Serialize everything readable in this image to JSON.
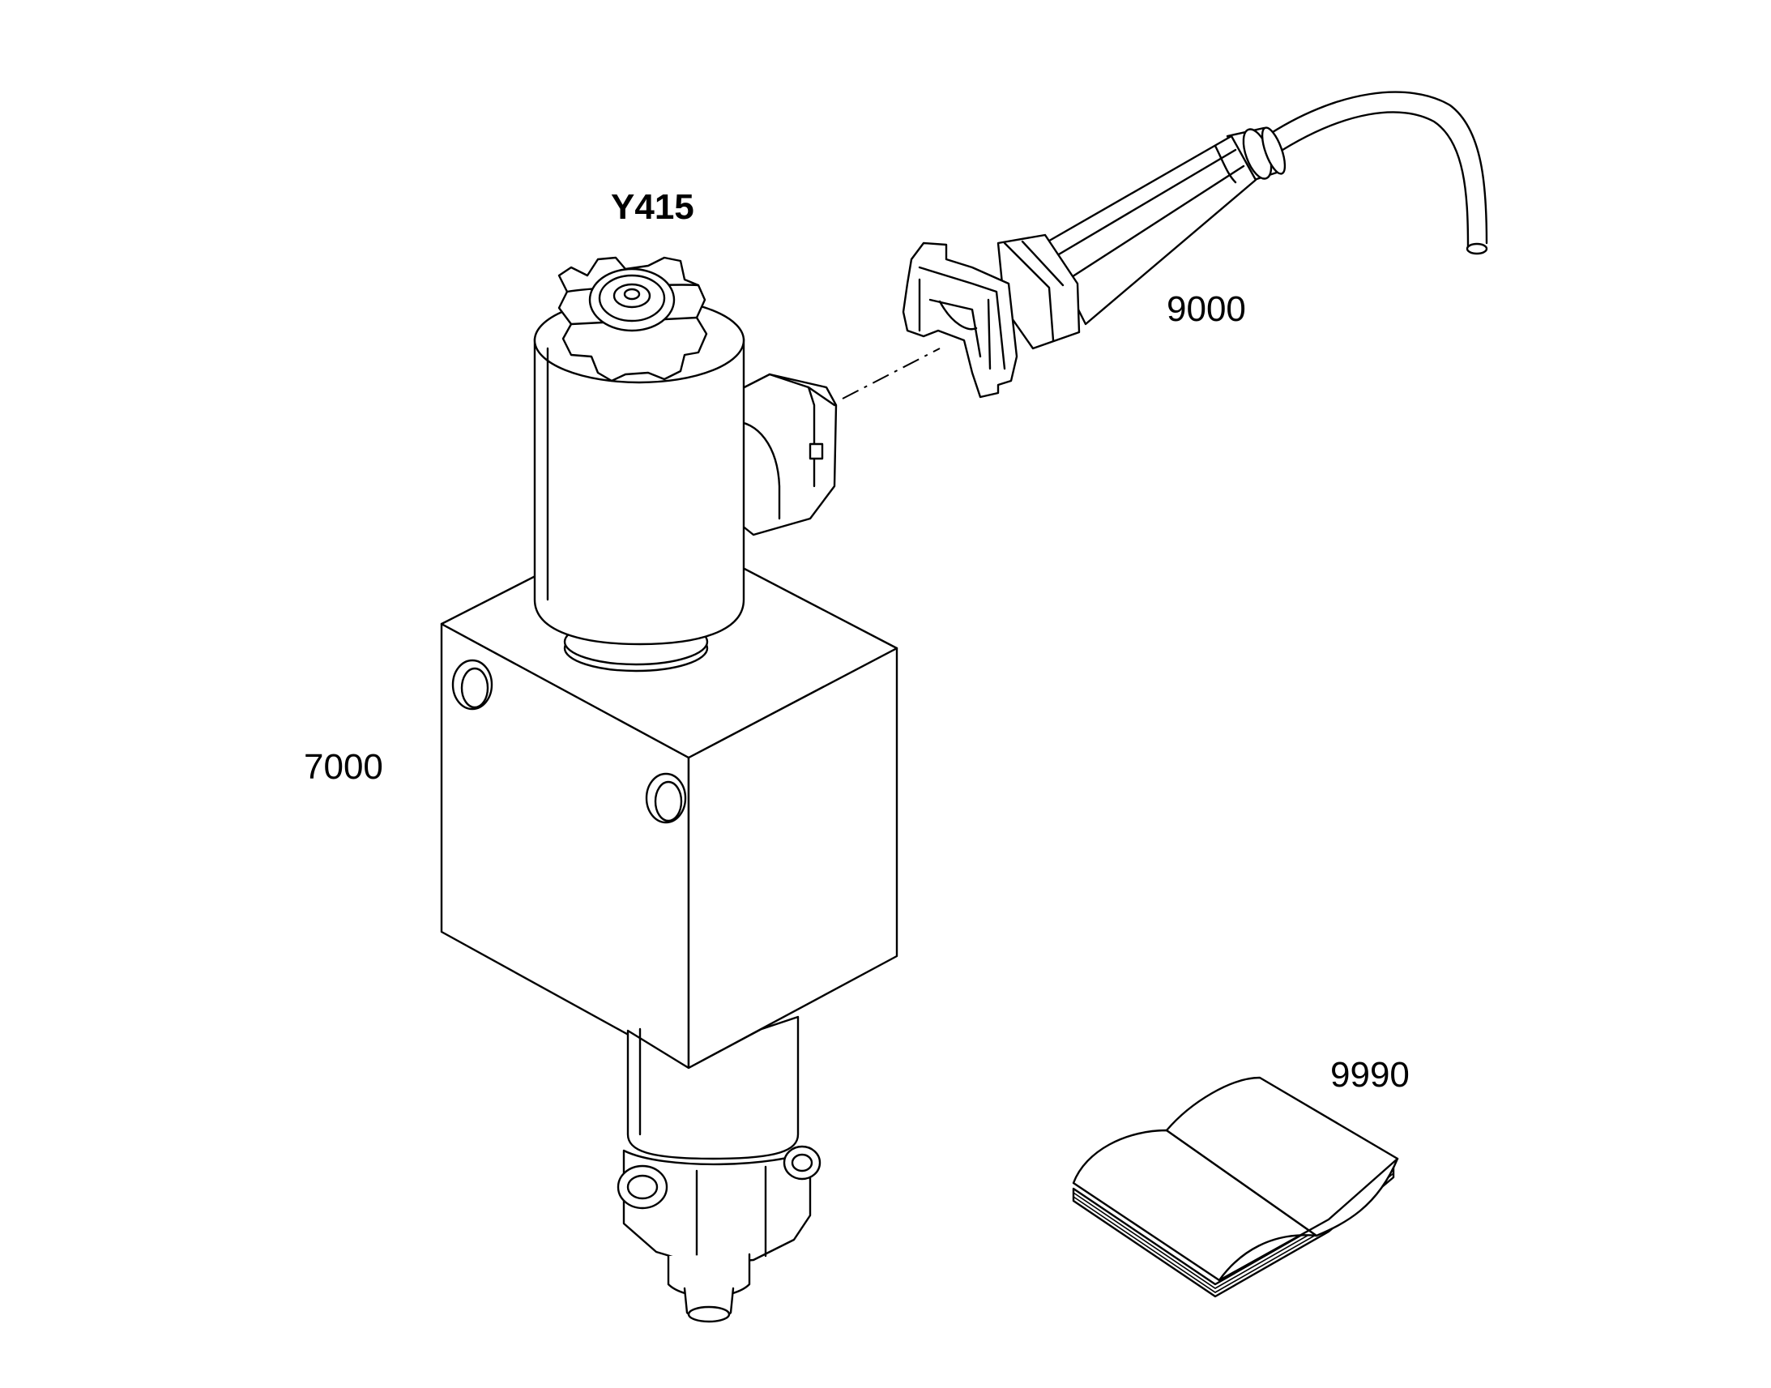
{
  "callouts": {
    "solenoid_designation": "Y415",
    "cable_part": "9000",
    "valve_block_part": "7000",
    "manual_part": "9990"
  },
  "colors": {
    "line": "#000000",
    "background": "#ffffff"
  }
}
